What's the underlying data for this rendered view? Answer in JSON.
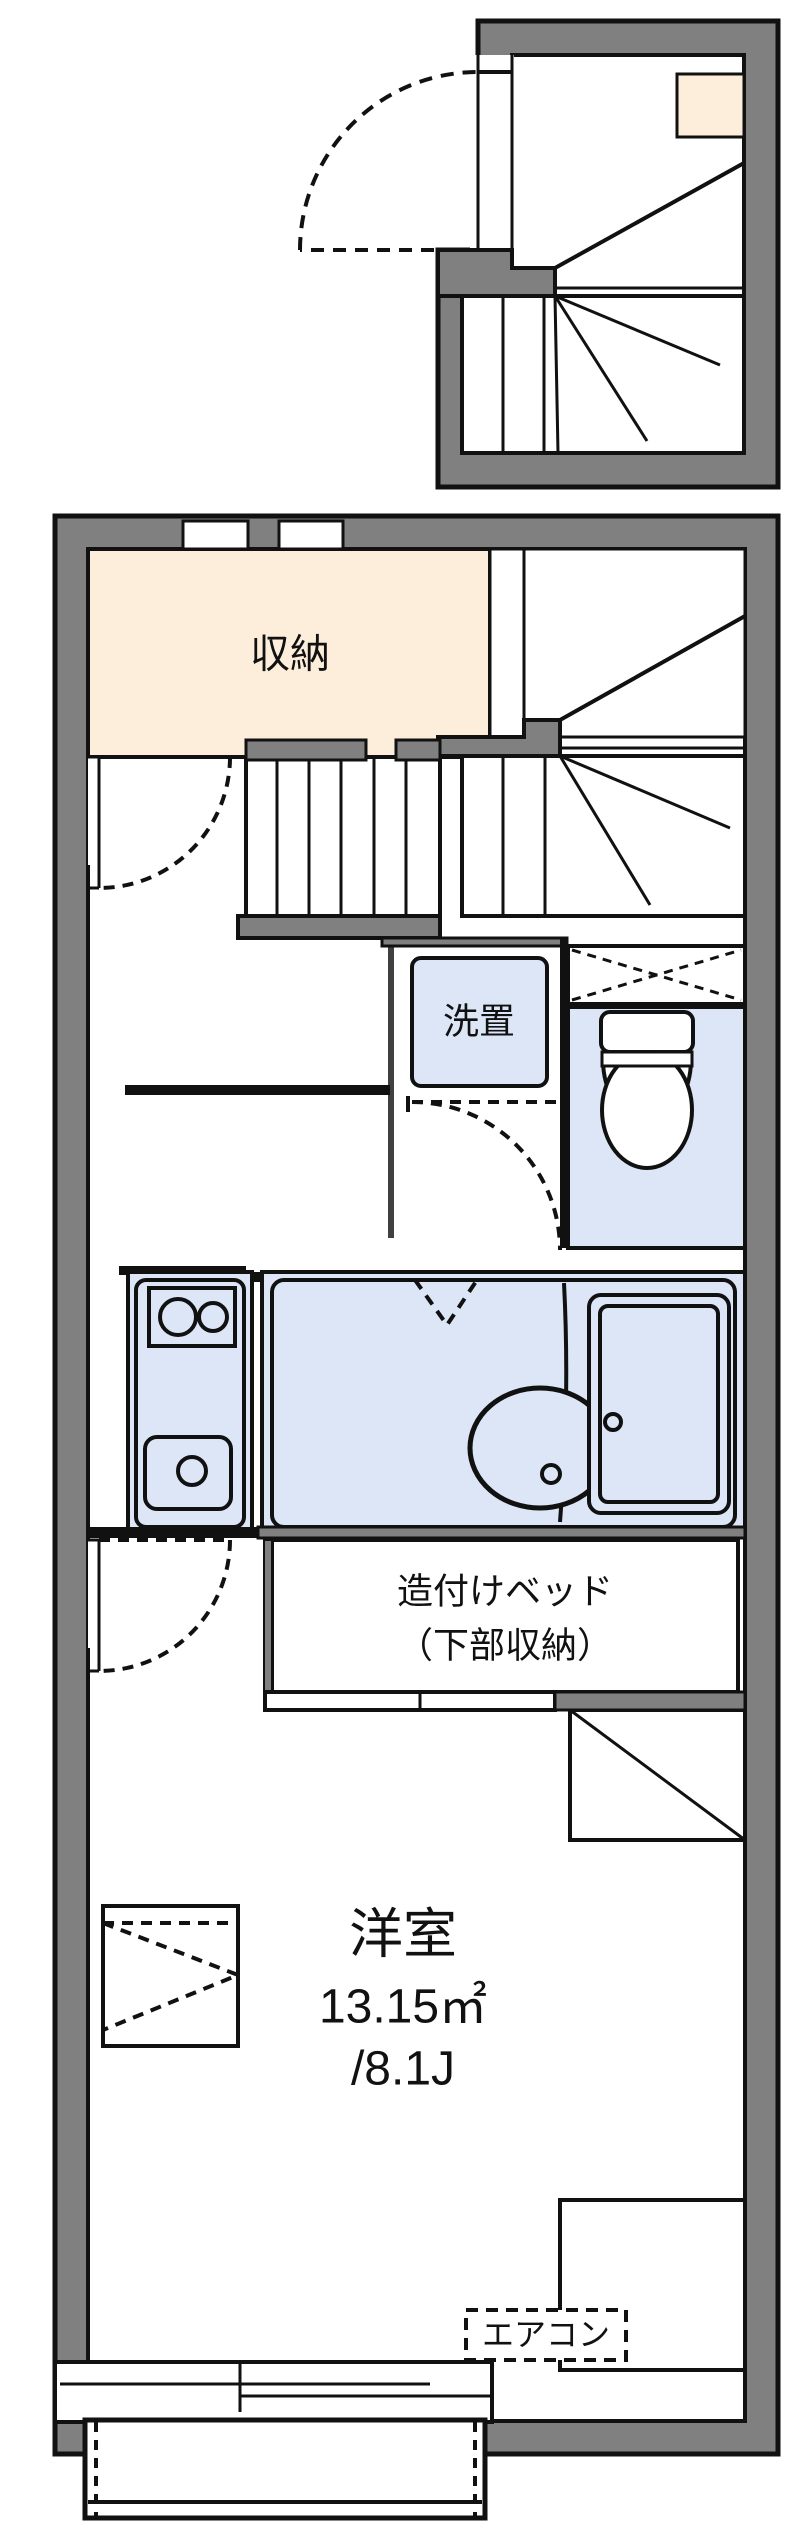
{
  "plan": {
    "type": "residential-floor-plan",
    "style": "japanese-real-estate-madori",
    "colors": {
      "wall_fill": "#808080",
      "wall_stroke": "#111111",
      "floor": "#ffffff",
      "storage_fill": "#fceeda",
      "water_fill": "#dce6f7",
      "line": "#111111",
      "background": "#ffffff"
    },
    "levels": [
      {
        "name": "upper-entrance-stair-level",
        "label": ""
      },
      {
        "name": "main-dwelling-level",
        "label": ""
      }
    ],
    "rooms": [
      {
        "id": "storage",
        "label": "収納",
        "fill": "#fceeda"
      },
      {
        "id": "washer-space",
        "label": "洗置",
        "fill": "#dce6f7"
      },
      {
        "id": "built-in-bed",
        "label_line1": "造付けベッド",
        "label_line2": "（下部収納）"
      },
      {
        "id": "western-room",
        "label": "洋室",
        "area_sqm": "13.15㎡",
        "area_jo": "/8.1J"
      },
      {
        "id": "air-conditioner",
        "label": "エアコン"
      }
    ],
    "fixtures": [
      {
        "id": "toilet",
        "name": "western-toilet",
        "fill": "#dce6f7"
      },
      {
        "id": "kitchen-stove",
        "name": "two-burner-stove",
        "fill": "#dce6f7"
      },
      {
        "id": "kitchen-sink",
        "name": "kitchen-sink",
        "fill": "#dce6f7"
      },
      {
        "id": "unit-bath",
        "name": "unit-bath",
        "fill": "#dce6f7"
      },
      {
        "id": "bathtub",
        "name": "bathtub",
        "fill": "#dce6f7"
      },
      {
        "id": "washbasin",
        "name": "round-washbasin",
        "fill": "#dce6f7"
      },
      {
        "id": "winder-stair-upper",
        "name": "winder-staircase"
      },
      {
        "id": "straight-stair",
        "name": "straight-staircase"
      },
      {
        "id": "entrance-door",
        "name": "hinged-entry-door"
      },
      {
        "id": "balcony",
        "name": "balcony"
      }
    ]
  }
}
